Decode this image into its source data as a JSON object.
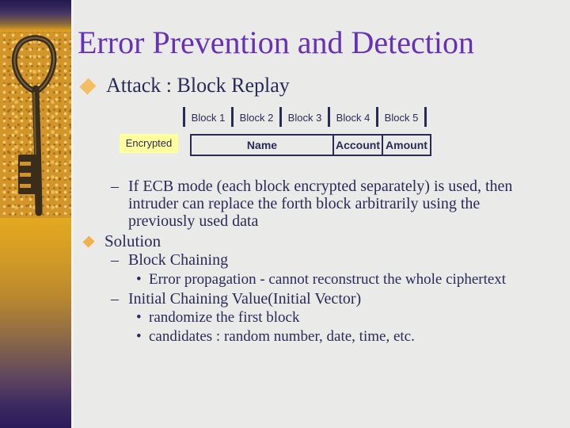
{
  "slide": {
    "title": "Error Prevention and Detection",
    "attack_bullet": "Attack : Block Replay",
    "solution_bullet": "Solution"
  },
  "diagram": {
    "blocks": [
      "Block 1",
      "Block 2",
      "Block 3",
      "Block 4",
      "Block 5"
    ],
    "encrypted_label": "Encrypted",
    "fields": [
      "Name",
      "Account",
      "Amount"
    ]
  },
  "body": {
    "ecb_line1": "If ECB mode (each block encrypted separately) is used, then",
    "ecb_line2": "intruder can replace the forth block arbitrarily using the",
    "ecb_line3": "previously used data",
    "block_chaining": "Block Chaining",
    "error_propagation": "Error propagation - cannot reconstruct the whole ciphertext",
    "initial_chaining": "Initial Chaining Value(Initial Vector)",
    "randomize": "randomize the first block",
    "candidates": "candidates : random number, date, time, etc."
  },
  "markers": {
    "dash": "–",
    "dot": "•"
  },
  "colors": {
    "background": "#EAEAE8",
    "title_purple": "#6630B8",
    "text_navy": "#2A2A58",
    "accent_gold": "#F2BC5E",
    "highlight_yellow": "#FFFF9E",
    "strip_gold": "#D2952A"
  }
}
